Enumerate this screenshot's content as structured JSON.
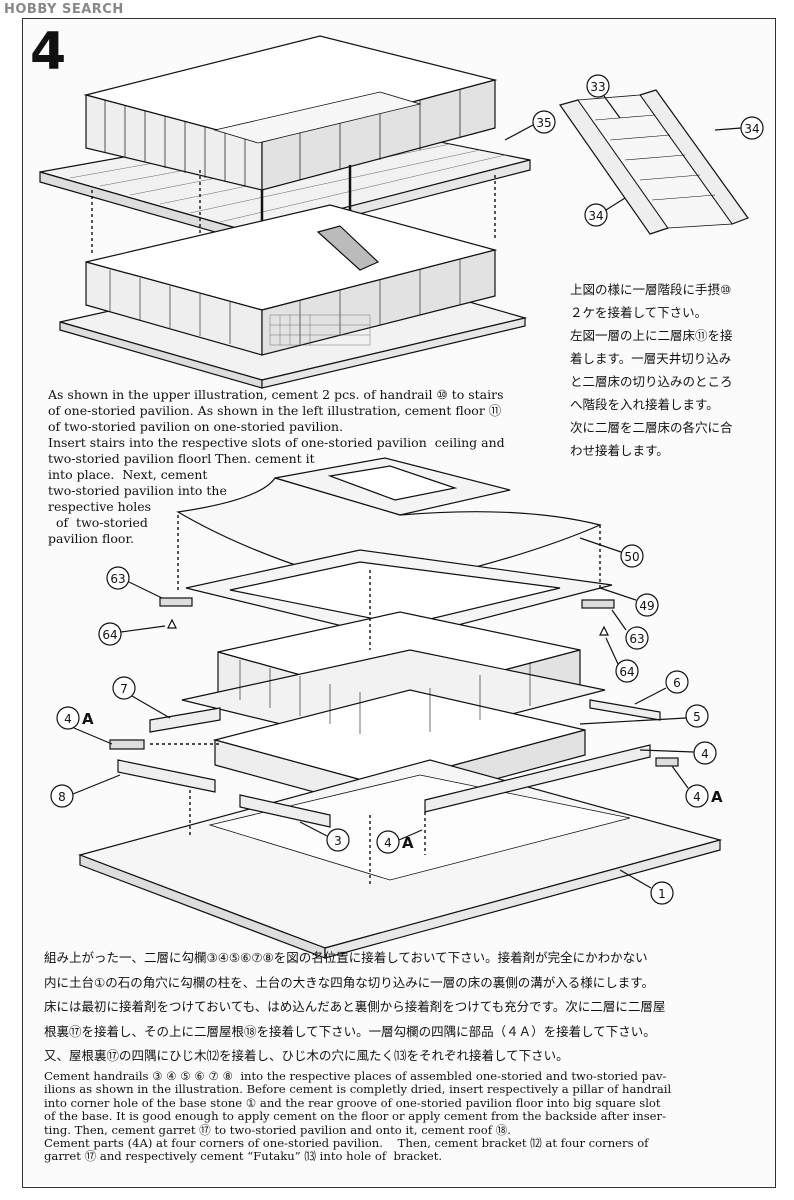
{
  "watermark": "HOBBY SEARCH",
  "step_number": "4",
  "callouts": {
    "c35": "35",
    "c33": "33",
    "c34a": "34",
    "c34b": "34",
    "c50": "50",
    "c49": "49",
    "c63a": "63",
    "c63b": "63",
    "c64a": "64",
    "c64b": "64",
    "c7": "7",
    "c4a_left": "4",
    "c4a_left_suffix": "A",
    "c6": "6",
    "c5": "5",
    "c4": "4",
    "c4a_right": "4",
    "c4a_right_suffix": "A",
    "c8": "8",
    "c3": "3",
    "c4a_center": "4",
    "c4a_center_suffix": "A",
    "c1": "1"
  },
  "text": {
    "en_block_1": "As shown in the upper illustration, cement 2 pcs. of handrail ⑩ to stairs\nof one-storied pavilion. As shown in the left illustration, cement floor ⑪\nof two-storied pavilion on one-storied pavilion.\nInsert stairs into the respective slots of one-storied pavilion  ceiling and\ntwo-storied pavilion floorl Then. cement it",
    "en_block_2": "into place.  Next, cement\ntwo-storied pavilion into the\nrespective holes\n  of  two-storied\npavilion floor.",
    "jp_block_1": "上図の様に一層階段に手摂⑩\n２ケを接着して下さい。\n左図一層の上に二層床⑪を接\n着します。一層天井切り込み\nと二層床の切り込みのところ\nへ階段を入れ接着します。\n次に二層を二層床の各穴に合\nわせ接着します。",
    "jp_block_2": "組み上がった一、二層に勾欄③④⑤⑥⑦⑧を図の名位置に接着しておいて下さい。接着剤が完全にかわかない\n内に土台①の石の角穴に勾欄の柱を、土台の大きな四角な切り込みに一層の床の裏側の溝が入る様にします。\n床には最初に接着剤をつけておいても、はめ込んだあと裏側から接着剤をつけても充分です。次に二層に二層屋\n根裏⑰を接着し、その上に二層屋根⑱を接着して下さい。一層勾欄の四隅に部品（４Ａ）を接着して下さい。\n又、屋根裏⑰の四隅にひじ木⑿を接着し、ひじ木の穴に風たく⒀をそれぞれ接着して下さい。",
    "en_block_3": "Cement handrails ③ ④ ⑤ ⑥ ⑦ ⑧  into the respective places of assembled one-storied and two-storied pav-\nilions as shown in the illustration. Before cement is completly dried, insert respectively a pillar of handrail\ninto corner hole of the base stone ① and the rear groove of one-storied pavilion floor into big square slot\nof the base. It is good enough to apply cement on the floor or apply cement from the backside after inser-\nting. Then, cement garret ⑰ to two-storied pavilion and onto it, cement roof ⑱.\nCement parts (4A) at four corners of one-storied pavilion.    Then, cement bracket ⑿ at four corners of\ngarret ⑰ and respectively cement “Futaku” ⒀ into hole of  bracket."
  }
}
